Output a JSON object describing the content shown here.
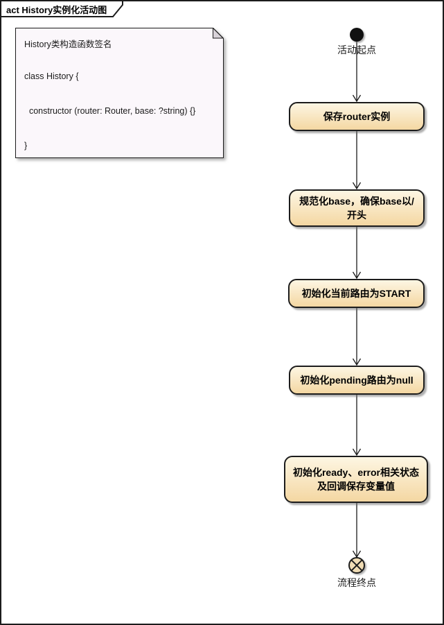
{
  "frame": {
    "title": "act History实例化活动图"
  },
  "note": {
    "lines": [
      "History类构造函数签名",
      "class History {",
      "  constructor (router: Router, base: ?string) {}",
      "}"
    ]
  },
  "flow": {
    "start_label": "活动起点",
    "end_label": "流程终点",
    "activities": [
      {
        "label": "保存router实例"
      },
      {
        "label": "规范化base，确保base以/开头"
      },
      {
        "label": "初始化当前路由为START"
      },
      {
        "label": "初始化pending路由为null"
      },
      {
        "label": "初始化ready、error相关状态及回调保存变量值"
      }
    ]
  },
  "colors": {
    "activity_fill_top": "#FDF6E3",
    "activity_fill_bottom": "#F4D7A2",
    "node_border": "#1C1C1C",
    "note_bg": "#FBF7FB",
    "final_node_fill": "#F0DCB4",
    "start_node_fill": "#111111"
  }
}
